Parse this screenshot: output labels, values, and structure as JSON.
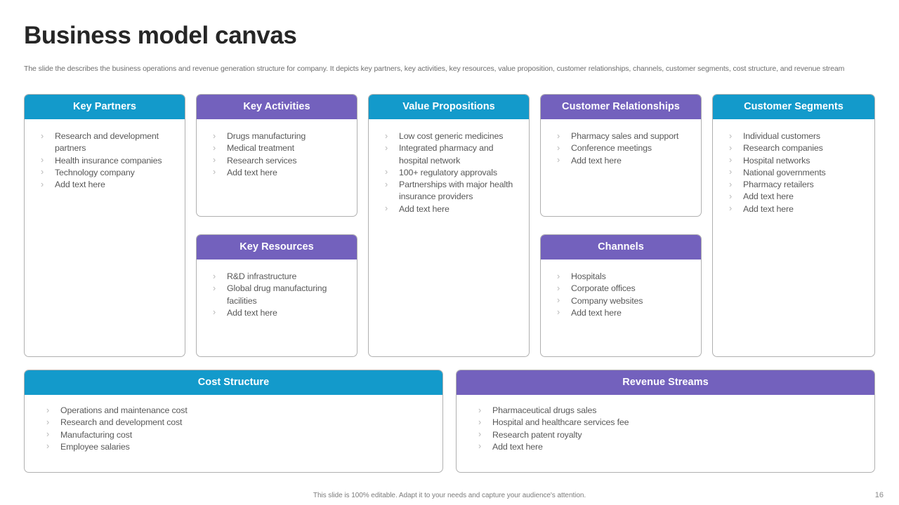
{
  "header": {
    "title": "Business model canvas",
    "subtitle": "The slide the describes the business operations and revenue generation structure for company. It depicts key partners, key activities, key resources, value proposition, customer relationships, channels, customer segments, cost structure, and revenue stream"
  },
  "colors": {
    "blue": "#139ACB",
    "purple": "#7361BD",
    "border": "#b0b0b0",
    "body_text": "#595959",
    "bullet": "#b8b8b8"
  },
  "bullet_glyph": "›",
  "blocks": {
    "key_partners": {
      "title": "Key Partners",
      "color": "#139ACB",
      "items": [
        "Research and development partners",
        "Health insurance companies",
        "Technology company",
        "Add text here"
      ]
    },
    "key_activities": {
      "title": "Key Activities",
      "color": "#7361BD",
      "items": [
        "Drugs manufacturing",
        "Medical treatment",
        "Research services",
        "Add text here"
      ]
    },
    "key_resources": {
      "title": "Key Resources",
      "color": "#7361BD",
      "items": [
        "R&D infrastructure",
        "Global drug manufacturing facilities",
        "Add text here"
      ]
    },
    "value_propositions": {
      "title": "Value Propositions",
      "color": "#139ACB",
      "items": [
        "Low cost generic medicines",
        "Integrated pharmacy and hospital network",
        "100+  regulatory approvals",
        "Partnerships with major health insurance providers",
        "Add text here"
      ]
    },
    "customer_relationships": {
      "title": "Customer Relationships",
      "color": "#7361BD",
      "items": [
        "Pharmacy sales and support",
        "Conference meetings",
        "Add text here"
      ]
    },
    "channels": {
      "title": "Channels",
      "color": "#7361BD",
      "items": [
        "Hospitals",
        "Corporate offices",
        "Company websites",
        "Add text here"
      ]
    },
    "customer_segments": {
      "title": "Customer Segments",
      "color": "#139ACB",
      "items": [
        "Individual customers",
        "Research companies",
        "Hospital networks",
        "National governments",
        "Pharmacy retailers",
        "Add text here",
        "Add text here"
      ]
    },
    "cost_structure": {
      "title": "Cost Structure",
      "color": "#139ACB",
      "items": [
        "Operations and maintenance cost",
        "Research and development cost",
        "Manufacturing cost",
        "Employee salaries"
      ]
    },
    "revenue_streams": {
      "title": "Revenue Streams",
      "color": "#7361BD",
      "items": [
        "Pharmaceutical drugs sales",
        "Hospital and healthcare services fee",
        "Research patent royalty",
        "Add text here"
      ]
    }
  },
  "footer": {
    "note": "This slide is 100% editable. Adapt it to your needs and capture your audience's attention.",
    "page_number": "16"
  }
}
